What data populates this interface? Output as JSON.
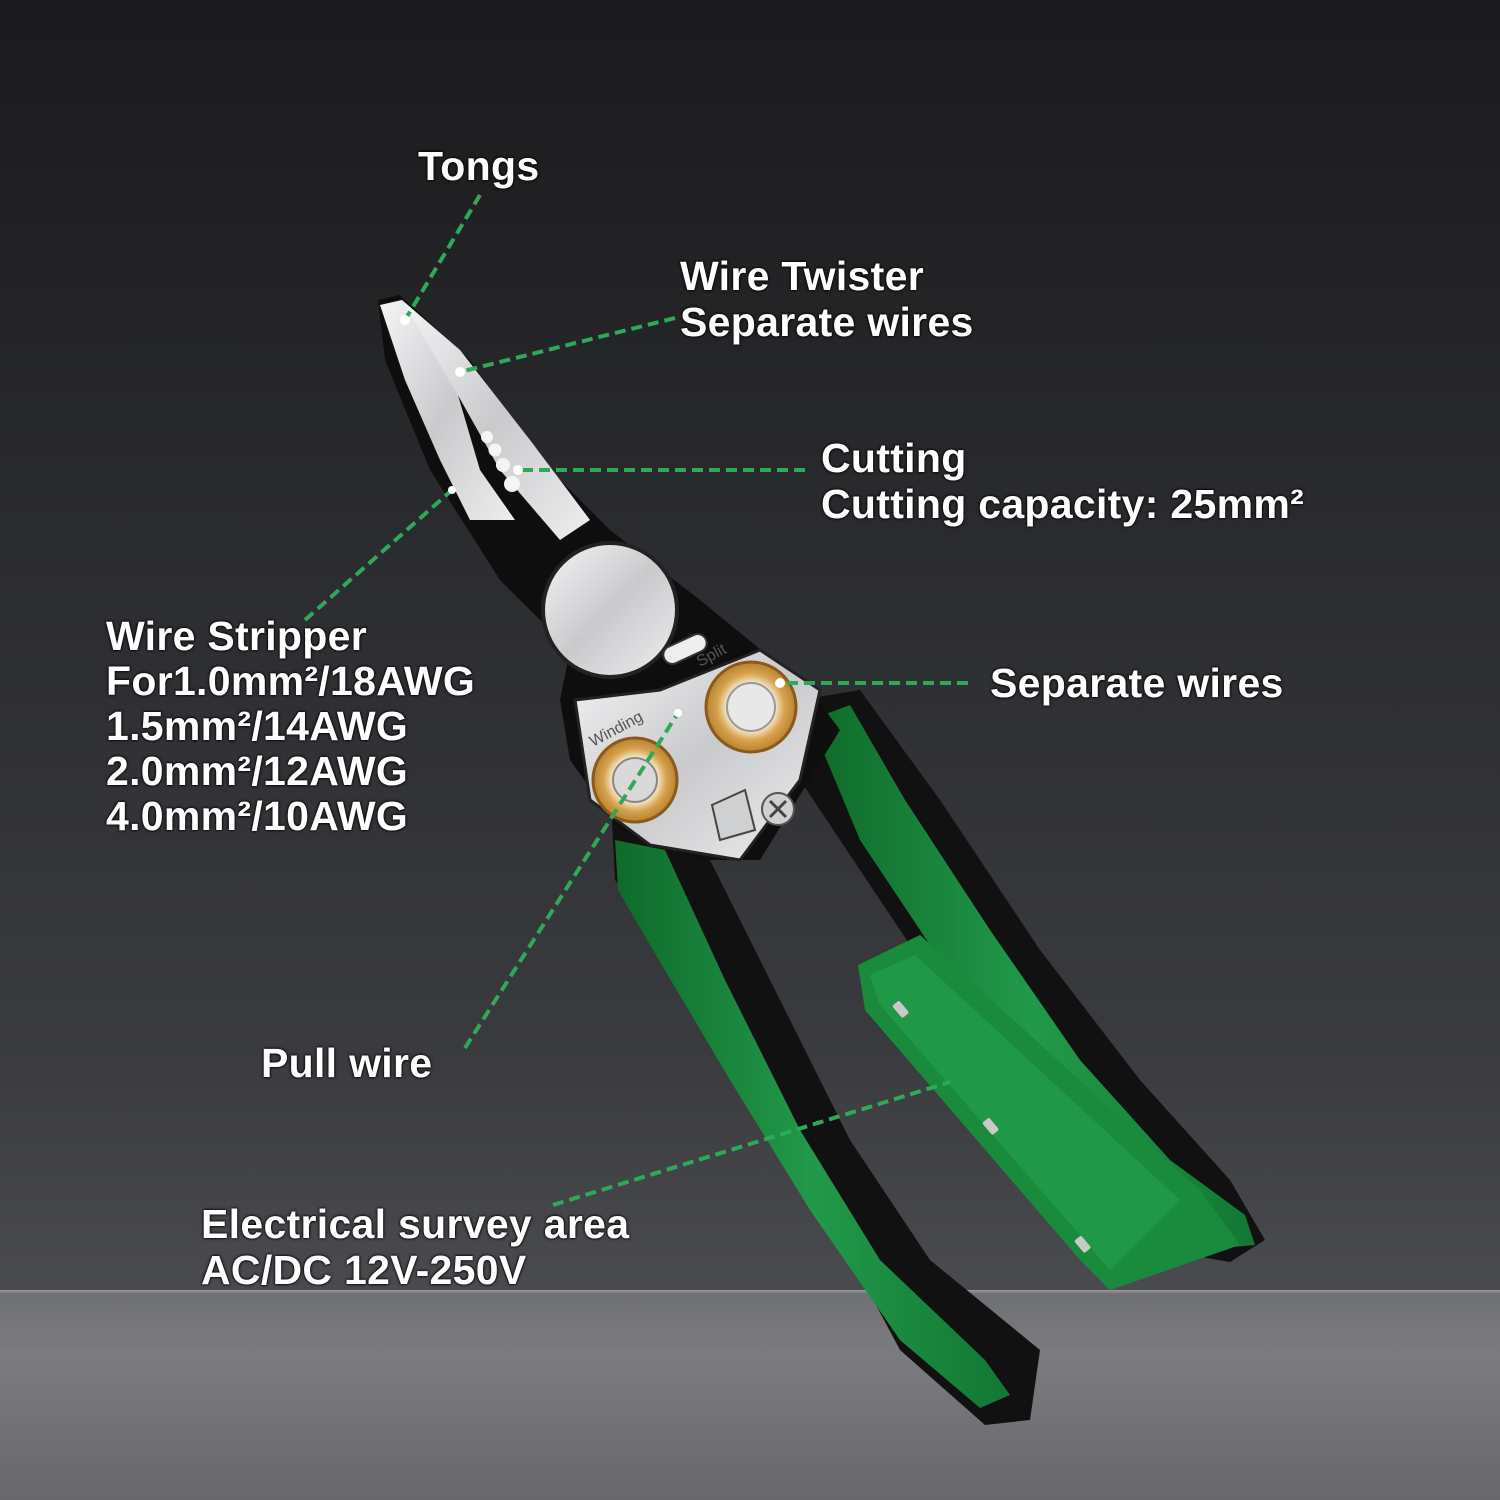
{
  "colors": {
    "leader_line": "#2fa85a",
    "handle_green": "#1f8a3c",
    "handle_black": "#111111",
    "steel": "#d8d9db"
  },
  "labels": {
    "tongs": "Tongs",
    "wire_twister": [
      "Wire Twister",
      "Separate wires"
    ],
    "cutting": [
      "Cutting",
      "Cutting capacity: 25mm²"
    ],
    "wire_stripper": [
      "Wire Stripper",
      "For1.0mm²/18AWG",
      "1.5mm²/14AWG",
      "2.0mm²/12AWG",
      "4.0mm²/10AWG"
    ],
    "separate_wires": "Separate wires",
    "pull_wire": "Pull wire",
    "electrical_survey": [
      "Electrical survey area",
      "AC/DC 12V-250V"
    ]
  },
  "tool_markings": {
    "split": "Split",
    "winding": "Winding"
  }
}
